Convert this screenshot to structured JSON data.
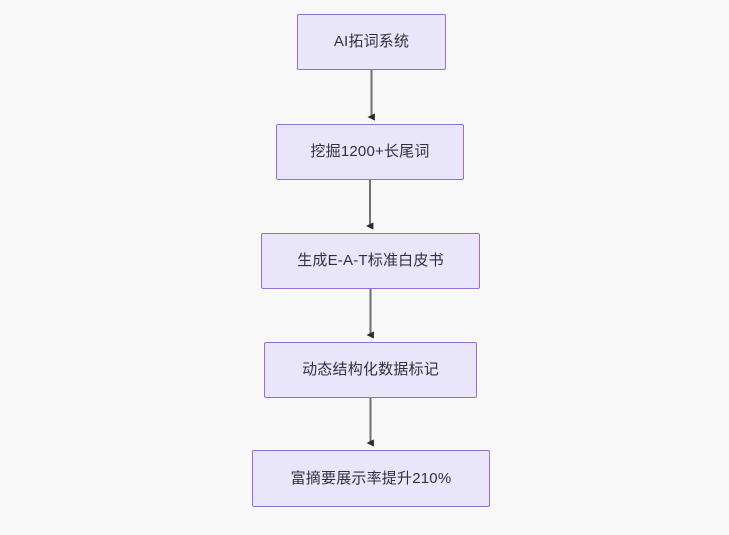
{
  "diagram": {
    "title": "",
    "background_color": "#f8f8f8",
    "node_fill_color": "#e9e6fb",
    "node_border_color": "#9570d3",
    "node_text_color": "#31313a",
    "edge_color": "#707070",
    "arrowhead_color": "#2b2b2b",
    "orientation": "top-to-bottom",
    "nodes": [
      {
        "id": "n1",
        "label": "AI拓词系统"
      },
      {
        "id": "n2",
        "label": "挖掘1200+长尾词"
      },
      {
        "id": "n3",
        "label": "生成E-A-T标准白皮书"
      },
      {
        "id": "n4",
        "label": "动态结构化数据标记"
      },
      {
        "id": "n5",
        "label": "富摘要展示率提升210%"
      }
    ],
    "edges": [
      {
        "id": "e1",
        "from": "n1",
        "to": "n2",
        "label": "",
        "arrow": "arrowhead-down-icon"
      },
      {
        "id": "e2",
        "from": "n2",
        "to": "n3",
        "label": "",
        "arrow": "arrowhead-down-icon"
      },
      {
        "id": "e3",
        "from": "n3",
        "to": "n4",
        "label": "",
        "arrow": "arrowhead-down-icon"
      },
      {
        "id": "e4",
        "from": "n4",
        "to": "n5",
        "label": "",
        "arrow": "arrowhead-down-icon"
      }
    ]
  }
}
